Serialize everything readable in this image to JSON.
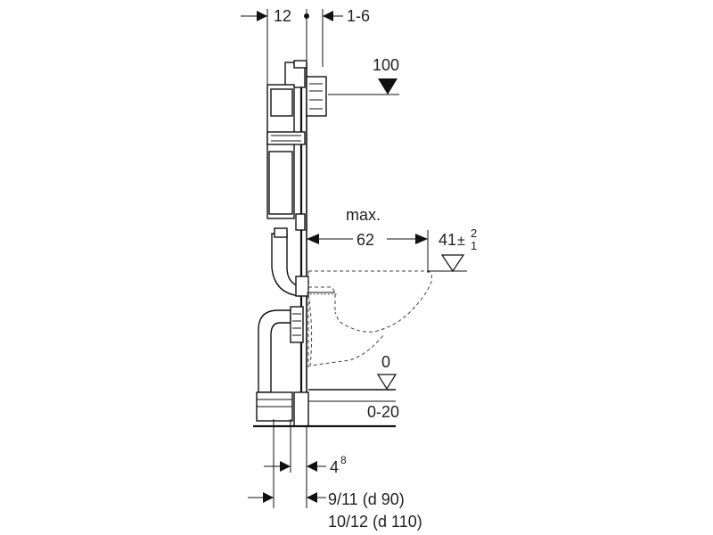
{
  "diagram": {
    "labels": {
      "top_width": "12",
      "top_offset": "1-6",
      "level_100": "100",
      "max_label": "max.",
      "depth_62": "62",
      "height_41": "41",
      "tol_plus": "2",
      "tol_minus": "1",
      "tol_sign": "±",
      "level_0": "0",
      "floor_range": "0-20",
      "bottom_48": "4",
      "bottom_48_sup": "8",
      "pipe_d90": "9/11 (d 90)",
      "pipe_d110": "10/12 (d 110)"
    }
  }
}
